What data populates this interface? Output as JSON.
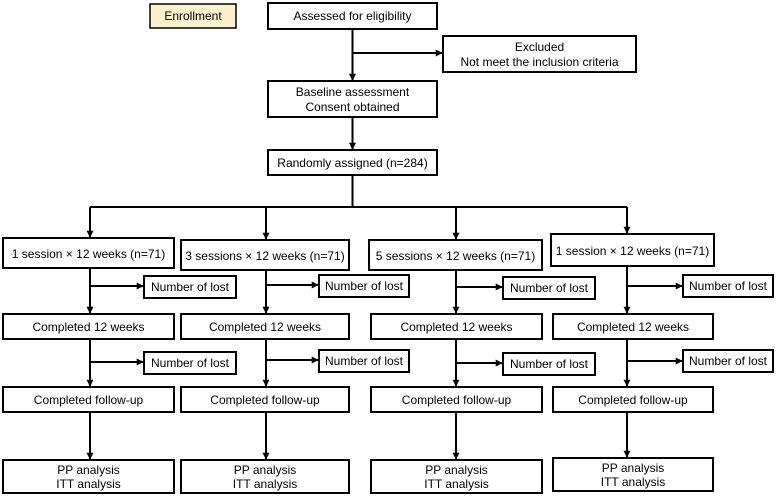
{
  "diagram": {
    "enrollment": "Enrollment",
    "assessed": "Assessed for eligibility",
    "excluded": "Excluded",
    "not_meet": "Not meet the inclusion criteria",
    "baseline": "Baseline assessment",
    "consent": "Consent obtained",
    "randomized": "Randomly assigned (n=284)",
    "arms": [
      {
        "group": "1 session × 12 weeks (n=71)",
        "lost_1": "Number of lost",
        "completed_12": "Completed 12 weeks",
        "lost_2": "Number of lost",
        "followup": "Completed follow-up",
        "pp": "PP analysis",
        "itt": "ITT analysis"
      },
      {
        "group": "3 sessions × 12 weeks (n=71)",
        "lost_1": "Number of lost",
        "completed_12": "Completed 12 weeks",
        "lost_2": "Number of lost",
        "followup": "Completed follow-up",
        "pp": "PP analysis",
        "itt": "ITT analysis"
      },
      {
        "group": "5 sessions × 12 weeks (n=71)",
        "lost_1": "Number of lost",
        "completed_12": "Completed 12 weeks",
        "lost_2": "Number of lost",
        "followup": "Completed follow-up",
        "pp": "PP analysis",
        "itt": "ITT analysis"
      },
      {
        "group": "1 session × 12 weeks (n=71)",
        "lost_1": "Number of lost",
        "completed_12": "Completed 12 weeks",
        "lost_2": "Number of lost",
        "followup": "Completed follow-up",
        "pp": "PP analysis",
        "itt": "ITT analysis"
      }
    ]
  }
}
